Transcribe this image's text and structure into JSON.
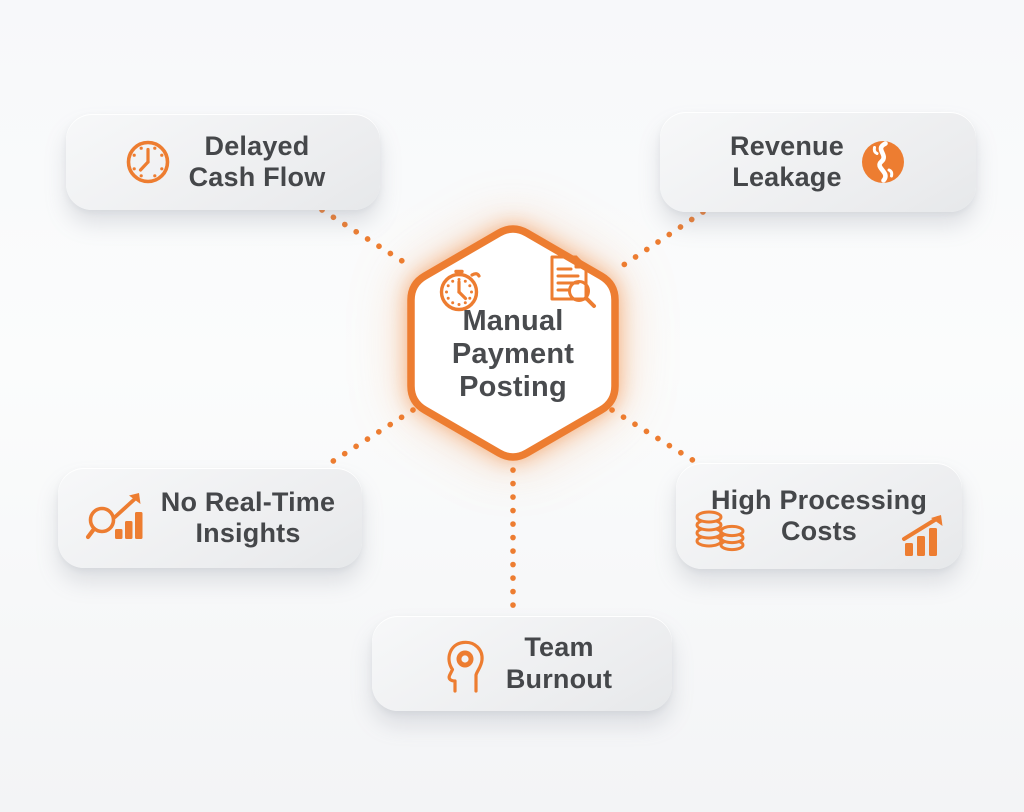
{
  "colors": {
    "accent": "#ED7D31",
    "text": "#45474A",
    "card_bg": "#EDEEF0",
    "background": "#F7F8FA"
  },
  "center": {
    "lines": [
      "Manual",
      "Payment",
      "Posting"
    ],
    "icons": [
      "stopwatch-icon",
      "document-search-icon"
    ]
  },
  "cards": [
    {
      "id": "delayed-cash-flow",
      "line1": "Delayed",
      "line2": "Cash Flow",
      "icon": "clock-icon"
    },
    {
      "id": "revenue-leakage",
      "line1": "Revenue",
      "line2": "Leakage",
      "icon": "dollar-leak-icon"
    },
    {
      "id": "no-real-time-insights",
      "line1": "No Real-Time",
      "line2": "Insights",
      "icon": "search-trend-icon"
    },
    {
      "id": "high-processing-costs",
      "line1": "High Processing",
      "line2": "Costs",
      "icon": "coins-icon, growth-chart-icon"
    },
    {
      "id": "team-burnout",
      "line1": "Team",
      "line2": "Burnout",
      "icon": "head-gear-icon"
    }
  ]
}
